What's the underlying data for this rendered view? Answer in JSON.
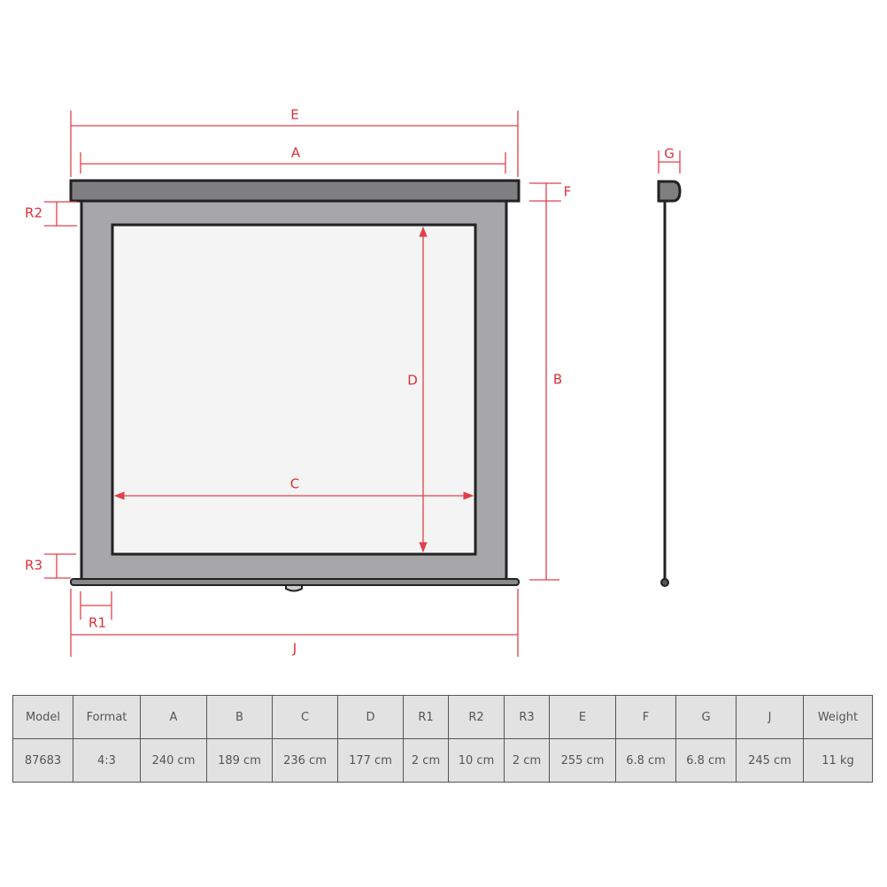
{
  "diagram": {
    "labels": {
      "E": "E",
      "A": "A",
      "F": "F",
      "B": "B",
      "D": "D",
      "C": "C",
      "R2": "R2",
      "R3": "R3",
      "R1": "R1",
      "J": "J",
      "G": "G"
    },
    "colors": {
      "dimension": "#e0404a",
      "case": "#7f7f81",
      "frame": "#a7a7a9",
      "screen": "#f4f4f4",
      "outline": "#222222"
    }
  },
  "table": {
    "headers": [
      "Model",
      "Format",
      "A",
      "B",
      "C",
      "D",
      "R1",
      "R2",
      "R3",
      "E",
      "F",
      "G",
      "J",
      "Weight"
    ],
    "rows": [
      [
        "87683",
        "4:3",
        "240 cm",
        "189 cm",
        "236 cm",
        "177 cm",
        "2 cm",
        "10 cm",
        "2 cm",
        "255 cm",
        "6.8 cm",
        "6.8 cm",
        "245 cm",
        "11 kg"
      ]
    ]
  }
}
